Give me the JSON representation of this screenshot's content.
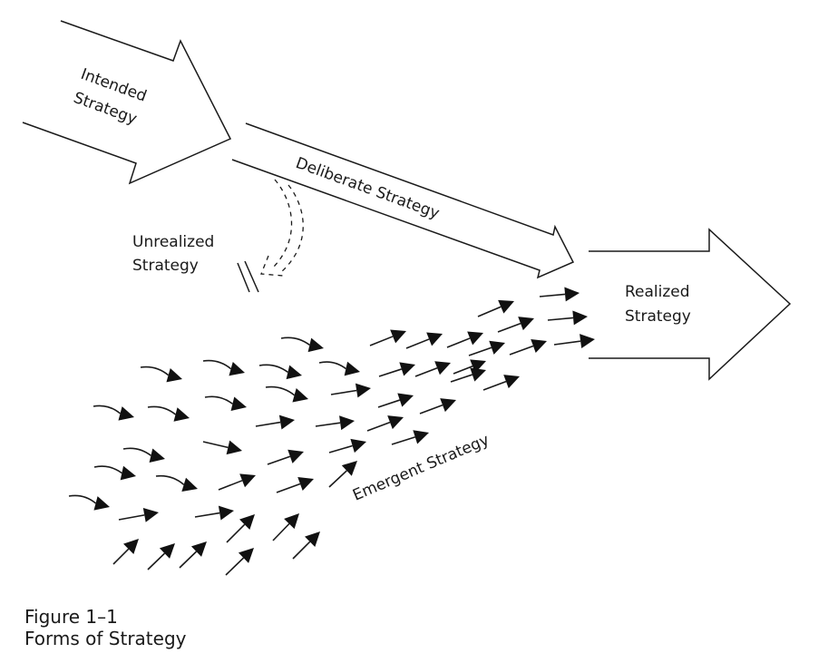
{
  "figure": {
    "number_label": "Figure 1–1",
    "title": "Forms of Strategy"
  },
  "labels": {
    "intended_line1": "Intended",
    "intended_line2": "Strategy",
    "deliberate": "Deliberate Strategy",
    "unrealized_line1": "Unrealized",
    "unrealized_line2": "Strategy",
    "realized_line1": "Realized",
    "realized_line2": "Strategy",
    "emergent": "Emergent Strategy"
  },
  "nodes": [
    {
      "id": "intended",
      "label": "Intended Strategy",
      "shape": "block-arrow"
    },
    {
      "id": "deliberate",
      "label": "Deliberate Strategy",
      "shape": "block-arrow"
    },
    {
      "id": "unrealized",
      "label": "Unrealized Strategy",
      "shape": "dashed-curved-arrow"
    },
    {
      "id": "realized",
      "label": "Realized Strategy",
      "shape": "block-arrow"
    },
    {
      "id": "emergent",
      "label": "Emergent Strategy",
      "shape": "arrow-swarm"
    }
  ],
  "edges": [
    {
      "from": "intended",
      "to": "deliberate"
    },
    {
      "from": "intended",
      "to": "unrealized",
      "style": "dashed"
    },
    {
      "from": "deliberate",
      "to": "realized"
    },
    {
      "from": "emergent",
      "to": "realized"
    }
  ],
  "colors": {
    "ink": "#1a1a1a",
    "background": "#ffffff"
  }
}
